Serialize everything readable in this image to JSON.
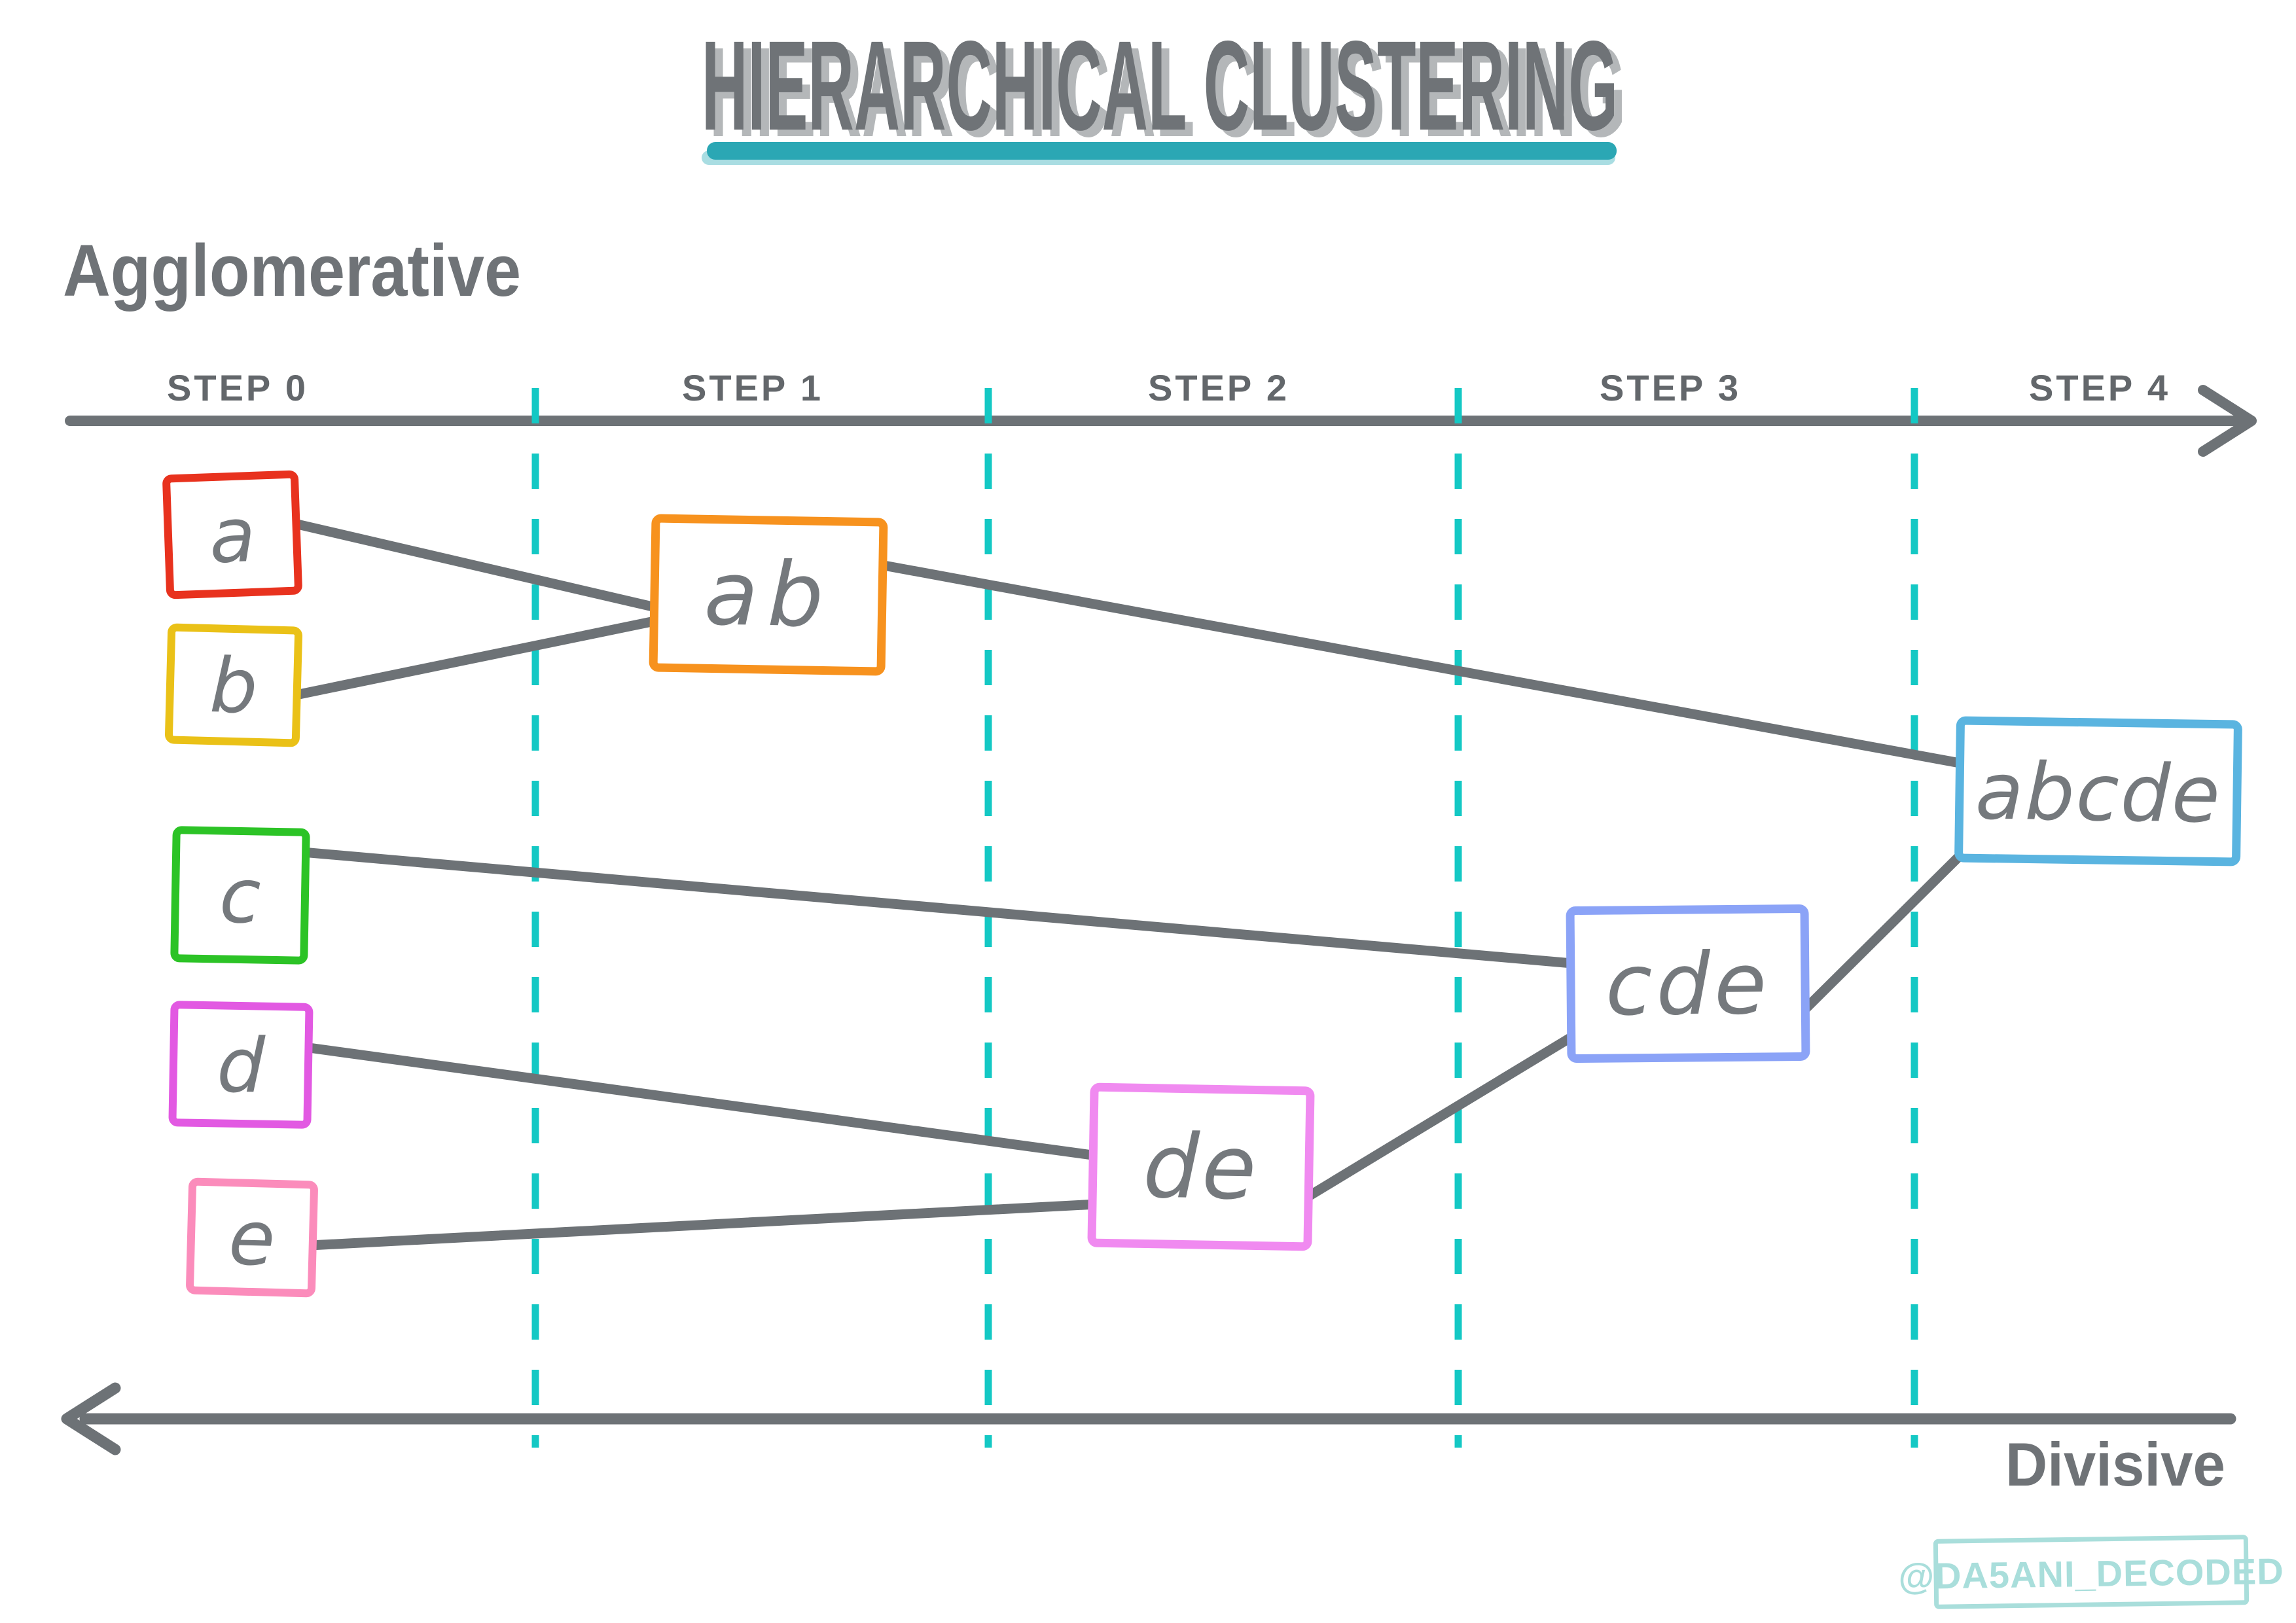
{
  "title": {
    "text": "HIERARCHICAL CLUSTERING",
    "text_color": "#6f7377",
    "shadow_color": "#b4b7b9",
    "underline_color": "#2ba7b4",
    "underline_shadow_color": "#a9dde2"
  },
  "labels": {
    "agglomerative": "Agglomerative",
    "divisive": "Divisive",
    "color": "#6f7377"
  },
  "timeline": {
    "steps": [
      "STEP 0",
      "STEP 1",
      "STEP 2",
      "STEP 3",
      "STEP 4"
    ],
    "axis_color": "#6d7276",
    "step_label_color": "#63676b",
    "separator_color": "#14c8c4"
  },
  "diagram": {
    "line_color": "#6d7276",
    "letter_color": "#75797d",
    "box_fill": "#ffffff",
    "nodes": [
      {
        "id": "a",
        "label": "a",
        "border_color": "#e8321e",
        "step": 0
      },
      {
        "id": "b",
        "label": "b",
        "border_color": "#eac117",
        "step": 0
      },
      {
        "id": "c",
        "label": "c",
        "border_color": "#2cc326",
        "step": 0
      },
      {
        "id": "d",
        "label": "d",
        "border_color": "#e259e2",
        "step": 0
      },
      {
        "id": "e",
        "label": "e",
        "border_color": "#fb8cbb",
        "step": 0
      },
      {
        "id": "ab",
        "label": "ab",
        "border_color": "#f7921e",
        "step": 1
      },
      {
        "id": "de",
        "label": "de",
        "border_color": "#f08af0",
        "step": 2
      },
      {
        "id": "cde",
        "label": "cde",
        "border_color": "#8ba3f7",
        "step": 3
      },
      {
        "id": "abcde",
        "label": "abcde",
        "border_color": "#5ab4e0",
        "step": 4
      }
    ],
    "merges": [
      {
        "from": [
          "a",
          "b"
        ],
        "to": "ab",
        "at_step": 1
      },
      {
        "from": [
          "d",
          "e"
        ],
        "to": "de",
        "at_step": 2
      },
      {
        "from": [
          "c",
          "de"
        ],
        "to": "cde",
        "at_step": 3
      },
      {
        "from": [
          "ab",
          "cde"
        ],
        "to": "abcde",
        "at_step": 4
      }
    ]
  },
  "watermark": {
    "text": "@DA5ANI_DECODED",
    "color": "#a9dedb"
  }
}
